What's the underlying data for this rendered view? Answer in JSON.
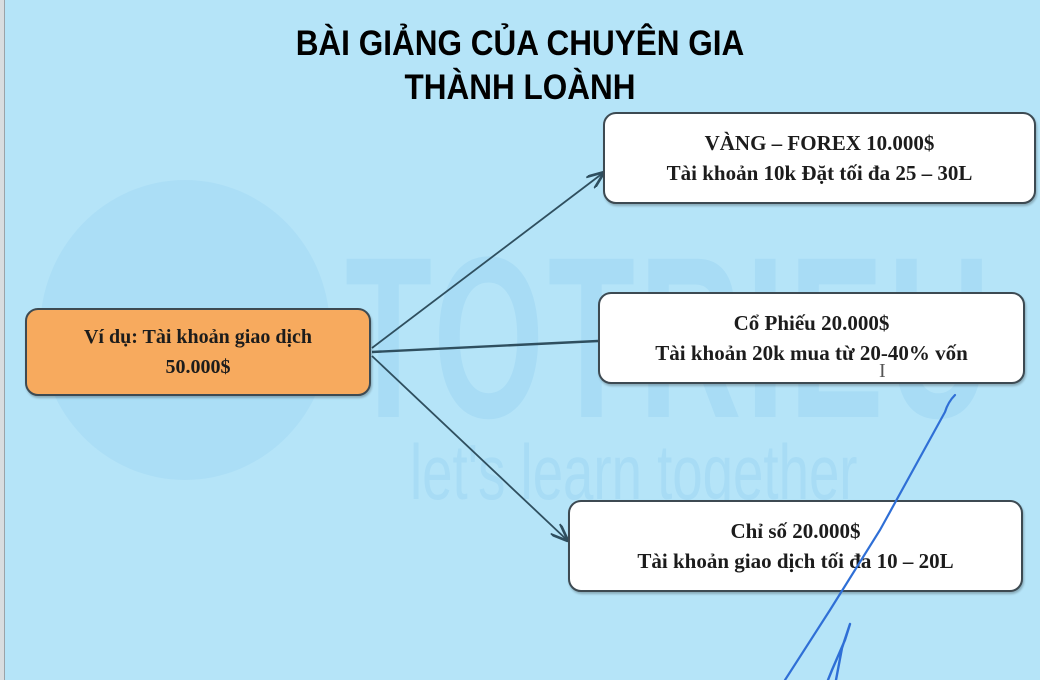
{
  "title": {
    "line1": "BÀI GIẢNG CỦA CHUYÊN GIA",
    "line2": "THÀNH LOÀNH"
  },
  "watermark": {
    "brand": "TOTRIEU",
    "tagline": "let's learn together"
  },
  "colors": {
    "background": "#b5e4f8",
    "root_fill": "#f7aa5e",
    "child_fill": "#ffffff",
    "connector": "#2f4f5f",
    "annotation_pen": "#2f6fd6"
  },
  "diagram": {
    "root": {
      "line1": "Ví dụ: Tài khoản giao dịch",
      "line2": "50.000$"
    },
    "children": [
      {
        "line1": "VÀNG – FOREX 10.000$",
        "line2": "Tài khoản 10k Đặt tối đa 25 – 30L"
      },
      {
        "line1": "Cổ Phiếu 20.000$",
        "line2": "Tài khoản 20k mua từ 20-40% vốn"
      },
      {
        "line1": "Chỉ số 20.000$",
        "line2": "Tài khoản giao dịch tối đa 10 – 20L"
      }
    ]
  },
  "cursor": {
    "glyph": "I"
  }
}
